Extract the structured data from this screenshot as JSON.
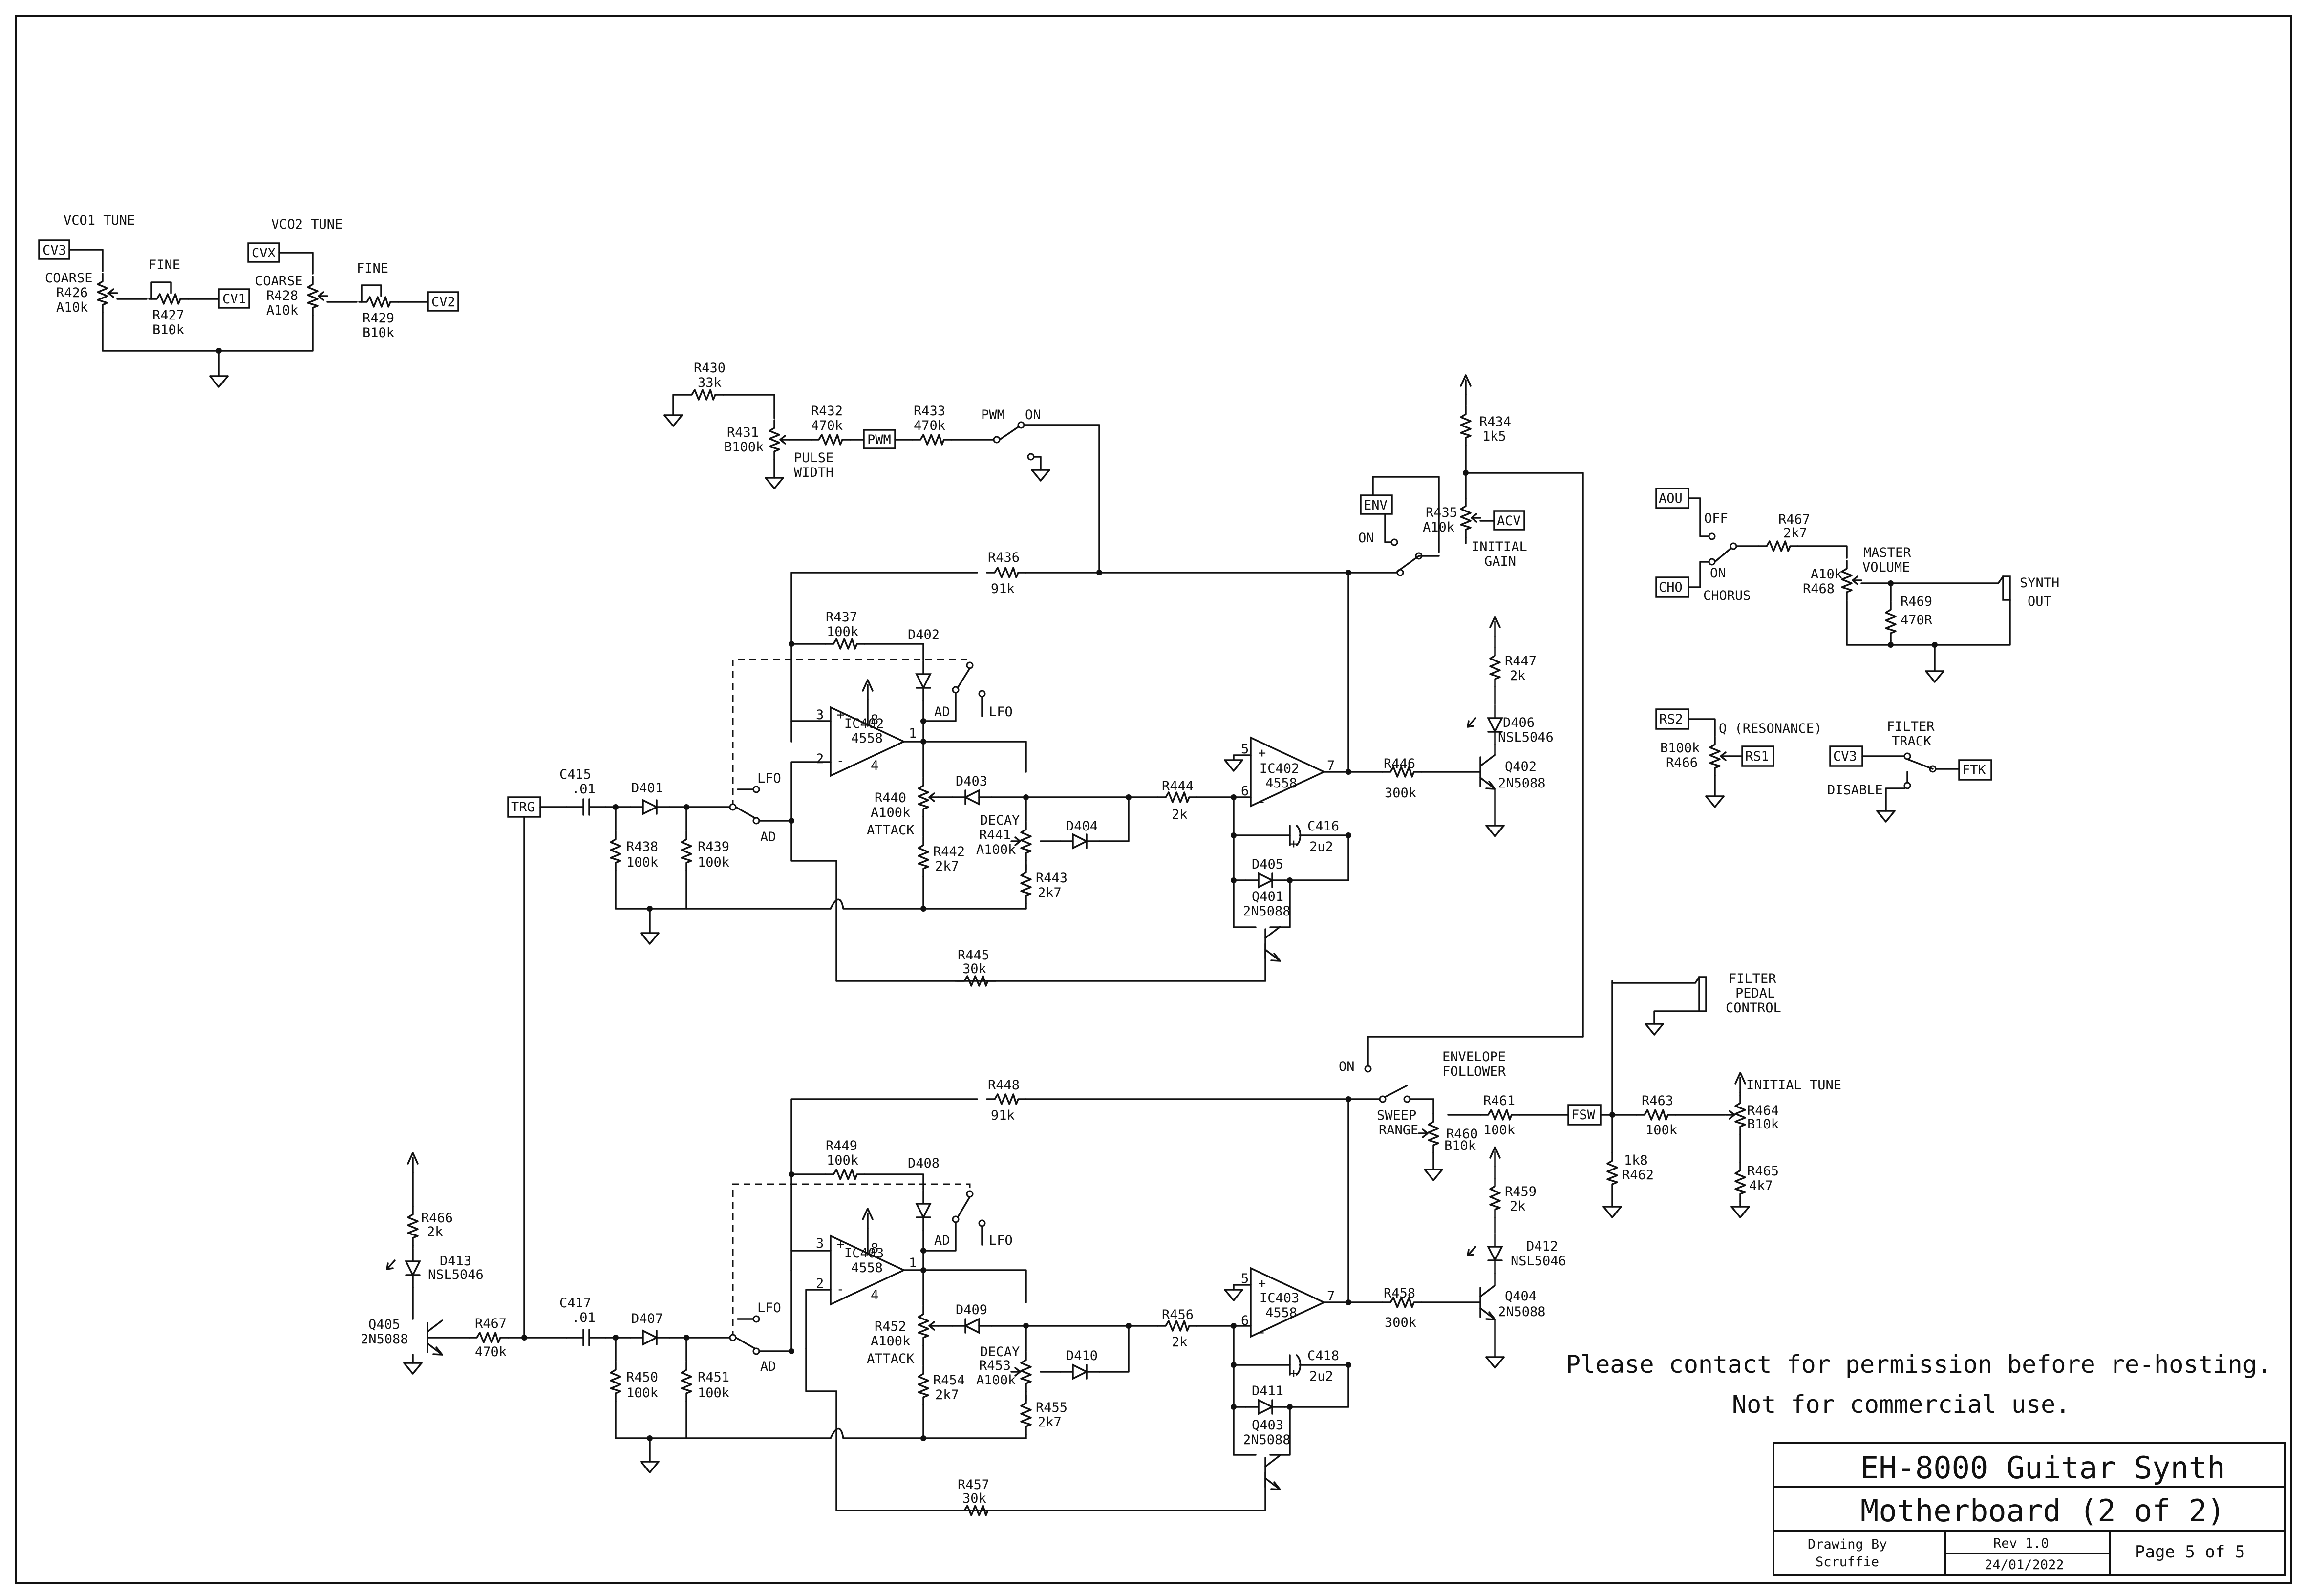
{
  "title_block": {
    "line1": "EH-8000 Guitar Synth",
    "line2": "Motherboard (2 of 2)",
    "drawn_by_label": "Drawing By",
    "drawn_by": "Scruffie",
    "rev": "Rev 1.0",
    "date": "24/01/2022",
    "page": "Page 5 of 5"
  },
  "notice": {
    "line1": "Please contact for permission before re-hosting.",
    "line2": "Not for commercial use."
  },
  "ports": {
    "cv3_a": "CV3",
    "cvx": "CVX",
    "cv1": "CV1",
    "cv2": "CV2",
    "pwm": "PWM",
    "env": "ENV",
    "acv": "ACV",
    "trg": "TRG",
    "aou": "AOU",
    "cho": "CHO",
    "rs2": "RS2",
    "rs1": "RS1",
    "cv3_b": "CV3",
    "ftk": "FTK",
    "fsw": "FSW"
  },
  "labels": {
    "vco1_tune": "VCO1 TUNE",
    "vco2_tune": "VCO2 TUNE",
    "coarse1": "COARSE",
    "r426": "R426",
    "a10k_1": "A10k",
    "fine1": "FINE",
    "r427": "R427",
    "b10k_1": "B10k",
    "coarse2": "COARSE",
    "r428": "R428",
    "a10k_2": "A10k",
    "fine2": "FINE",
    "r429": "R429",
    "b10k_2": "B10k",
    "r430": "R430",
    "r430v": "33k",
    "r431": "R431",
    "r431v": "B100k",
    "r432": "R432",
    "r432v": "470k",
    "r433": "R433",
    "r433v": "470k",
    "pulse": "PULSE",
    "width": "WIDTH",
    "pwm_sw": "PWM",
    "on1": "ON",
    "r434": "R434",
    "r434v": "1k5",
    "r435": "R435",
    "r435v": "A10k",
    "initial": "INITIAL",
    "gain": "GAIN",
    "on2": "ON",
    "r436": "R436",
    "r436v": "91k",
    "r437": "R437",
    "r437v": "100k",
    "d402": "D402",
    "ad1": "AD",
    "lfo1": "LFO",
    "ic402a": "IC402",
    "ic402a_t": "4558",
    "ic402b": "IC402",
    "ic402b_t": "4558",
    "r447": "R447",
    "r447v": "2k",
    "d406": "D406",
    "d406t": "NSL5046",
    "q402": "Q402",
    "q402t": "2N5088",
    "c415": "C415",
    "c415v": ".01",
    "d401": "D401",
    "lfo2": "LFO",
    "ad2": "AD",
    "r440": "R440",
    "r440v": "A100k",
    "attack1": "ATTACK",
    "d403": "D403",
    "decay1": "DECAY",
    "r441": "R441",
    "r441v": "A100k",
    "d404": "D404",
    "r444": "R444",
    "r444v": "2k",
    "r446": "R446",
    "r446v": "300k",
    "c416": "C416",
    "c416v": "2u2",
    "d405": "D405",
    "q401": "Q401",
    "q401t": "2N5088",
    "r438": "R438",
    "r438v": "100k",
    "r439": "R439",
    "r439v": "100k",
    "r442": "R442",
    "r442v": "2k7",
    "r443": "R443",
    "r443v": "2k7",
    "r445": "R445",
    "r445v": "30k",
    "off": "OFF",
    "on3": "ON",
    "chorus": "CHORUS",
    "r467a": "R467",
    "r467av": "2k7",
    "master": "MASTER",
    "volume": "VOLUME",
    "r468v": "A10k",
    "r468": "R468",
    "r469": "R469",
    "r469v": "470R",
    "synth": "SYNTH",
    "out": "OUT",
    "q_res": "Q (RESONANCE)",
    "r466av": "B100k",
    "r466a": "R466",
    "filter": "FILTER",
    "track": "TRACK",
    "disable": "DISABLE",
    "filter2": "FILTER",
    "pedal": "PEDAL",
    "control": "CONTROL",
    "env_f1": "ENVELOPE",
    "env_f2": "FOLLOWER",
    "on4": "ON",
    "r448": "R448",
    "r448v": "91k",
    "sweep": "SWEEP",
    "range": "RANGE",
    "r460": "R460",
    "r460v": "B10k",
    "r461": "R461",
    "r461v": "100k",
    "r462a": "1k8",
    "r462": "R462",
    "r463": "R463",
    "r463v": "100k",
    "initial_tune": "INITIAL TUNE",
    "r464": "R464",
    "r464v": "B10k",
    "r465": "R465",
    "r465v": "4k7",
    "r459": "R459",
    "r459v": "2k",
    "d412": "D412",
    "d412t": "NSL5046",
    "q404": "Q404",
    "q404t": "2N5088",
    "r449": "R449",
    "r449v": "100k",
    "d408": "D408",
    "ad3": "AD",
    "lfo3": "LFO",
    "ic403a": "IC403",
    "ic403a_t": "4558",
    "ic403b": "IC403",
    "ic403b_t": "4558",
    "r466b": "R466",
    "r466bv": "2k",
    "d413": "D413",
    "d413t": "NSL5046",
    "q405": "Q405",
    "q405t": "2N5088",
    "r467b": "R467",
    "r467bv": "470k",
    "c417": "C417",
    "c417v": ".01",
    "d407": "D407",
    "lfo4": "LFO",
    "ad4": "AD",
    "r452": "R452",
    "r452v": "A100k",
    "attack2": "ATTACK",
    "d409": "D409",
    "decay2": "DECAY",
    "r453": "R453",
    "r453v": "A100k",
    "d410": "D410",
    "r456": "R456",
    "r456v": "2k",
    "r458": "R458",
    "r458v": "300k",
    "c418": "C418",
    "c418v": "2u2",
    "d411": "D411",
    "q403": "Q403",
    "q403t": "2N5088",
    "r450": "R450",
    "r450v": "100k",
    "r451": "R451",
    "r451v": "100k",
    "r454": "R454",
    "r454v": "2k7",
    "r455": "R455",
    "r455v": "2k7",
    "r457": "R457",
    "r457v": "30k"
  },
  "pins": {
    "p3": "3",
    "p8": "8",
    "p1": "1",
    "p2": "2",
    "p4": "4",
    "p5": "5",
    "p6": "6",
    "p7": "7"
  }
}
